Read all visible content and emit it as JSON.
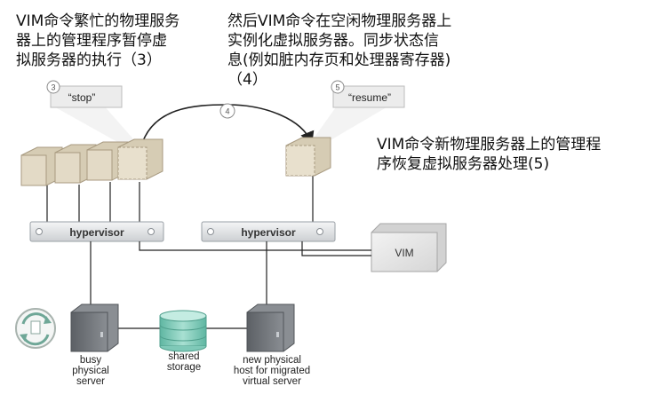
{
  "captions": {
    "step3": "VIM命令繁忙的物理服务\n器上的管理程序暂停虚\n拟服务器的执行（3）",
    "step4": "然后VIM命令在空闲物理服务器上\n实例化虚拟服务器。同步状态信\n息(例如脏内存页和处理器寄存器)\n（4）",
    "step5": "VIM命令新物理服务器上的管理程\n序恢复虚拟服务器处理(5)"
  },
  "callouts": {
    "stop": {
      "number": "3",
      "text": "“stop”"
    },
    "migrate": {
      "number": "4"
    },
    "resume": {
      "number": "5",
      "text": "“resume”"
    }
  },
  "hypervisors": {
    "left": "hypervisor",
    "right": "hypervisor"
  },
  "vim": {
    "label": "VIM"
  },
  "storage": {
    "label": "shared\nstorage"
  },
  "servers": {
    "busy": "busy\nphysical\nserver",
    "new": "new physical\nhost for migrated\nvirtual server"
  },
  "colors": {
    "vm_fill": "#dcd3bd",
    "vm_edge": "#a89a80",
    "hypervisor": "#e4e6e8",
    "storage_teal": "#7fc9b8",
    "server_dark": "#6f7378",
    "callout_fill": "#ececec"
  },
  "icons": {
    "recycle": "recycle-icon"
  }
}
